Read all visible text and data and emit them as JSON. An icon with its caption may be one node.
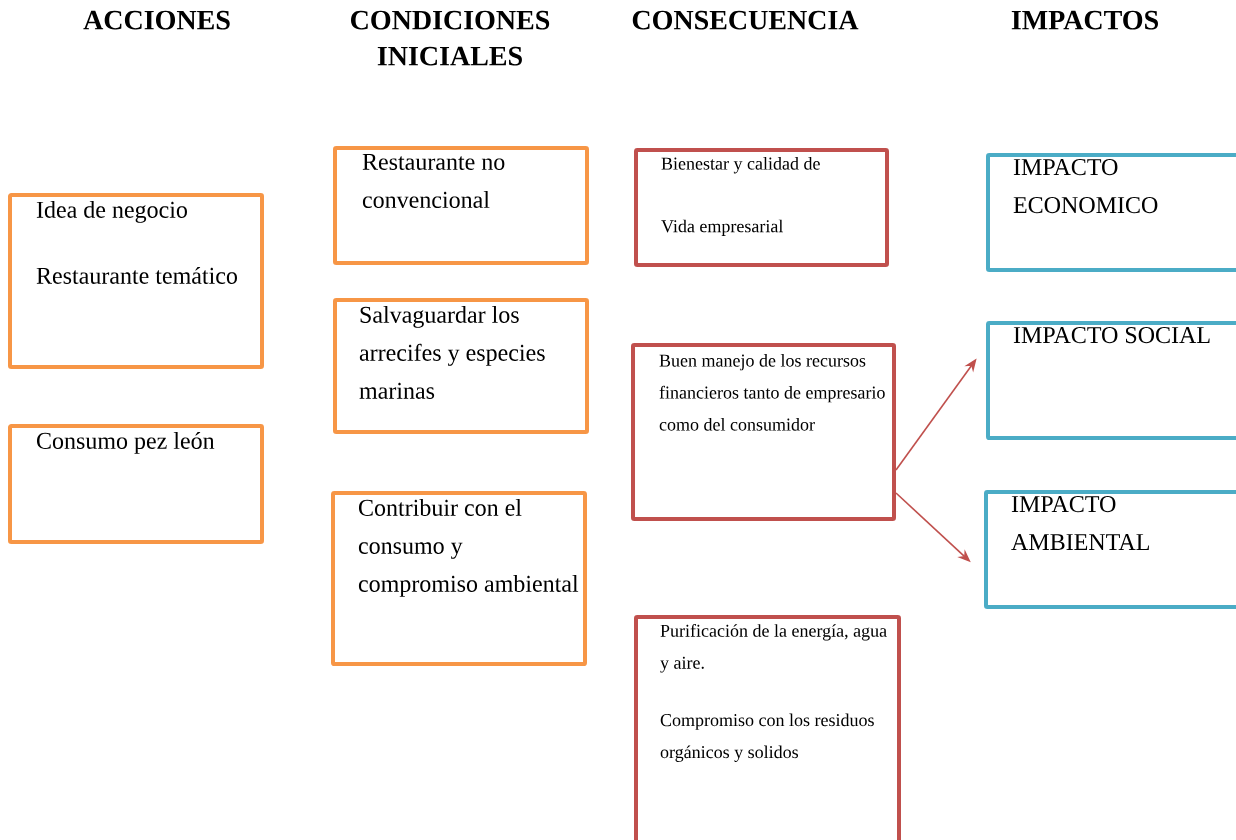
{
  "diagram": {
    "nodes": [
      {
        "text": [
          "Idea de negocio",
          "Restaurante temático"
        ]
      },
      {
        "text": [
          "Consumo pez león"
        ]
      },
      {
        "text": [
          "Restaurante no convencional"
        ]
      },
      {
        "text": [
          "Salvaguardar los arrecifes y especies marinas"
        ]
      },
      {
        "text": [
          "Contribuir con el consumo y compromiso ambiental"
        ]
      },
      {
        "text": [
          "Bienestar y calidad de",
          "Vida empresarial"
        ]
      },
      {
        "text": [
          "Buen manejo de los recursos financieros tanto de empresario como del consumidor"
        ]
      },
      {
        "text": [
          "Purificación de la energía, agua y aire.",
          "Compromiso con los residuos orgánicos y solidos"
        ]
      },
      {
        "text": [
          "IMPACTO ECONOMICO"
        ]
      },
      {
        "text": [
          "IMPACTO SOCIAL"
        ]
      },
      {
        "text": [
          "IMPACTO AMBIENTAL"
        ]
      }
    ],
    "edges": [
      {
        "from": 6,
        "to": 9,
        "arrow": "to"
      },
      {
        "from": 6,
        "to": 10,
        "arrow": "to"
      }
    ],
    "labels": [
      "ACCIONES",
      "CONDICIONES INICIALES",
      "CONSECUENCIA",
      "IMPACTOS"
    ]
  }
}
